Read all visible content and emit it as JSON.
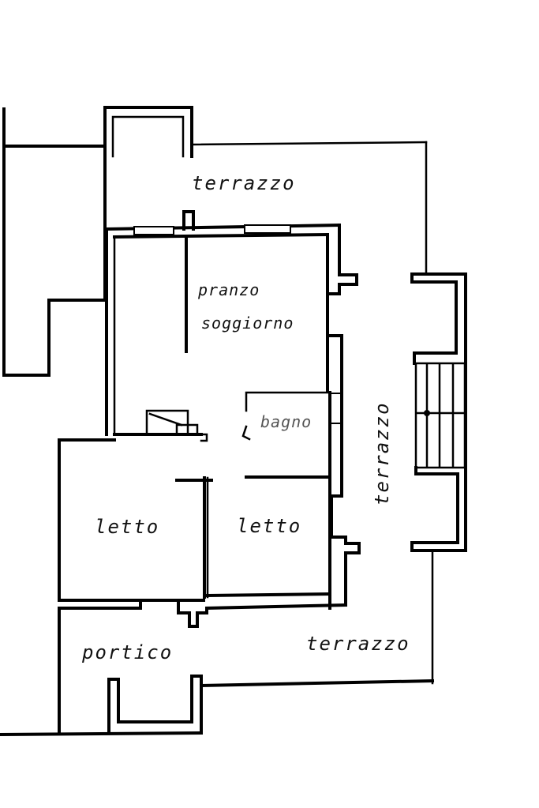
{
  "plan": {
    "type": "floor-plan",
    "style": "hand-drawn architectural sketch",
    "colors": {
      "ink": "#000000",
      "background": "#ffffff"
    }
  },
  "rooms": {
    "terrazzo_north": {
      "label": "terrazzo"
    },
    "pranzo_soggiorno": {
      "label_line1": "pranzo",
      "label_line2": "soggiorno"
    },
    "bagno": {
      "label": "bagno"
    },
    "letto_left": {
      "label": "letto"
    },
    "letto_right": {
      "label": "letto"
    },
    "terrazzo_east": {
      "label": "terrazzo"
    },
    "portico": {
      "label": "portico"
    },
    "terrazzo_south": {
      "label": "terrazzo"
    }
  },
  "features": {
    "staircase": {
      "steps_per_flight": 4,
      "flights": 2
    },
    "fireplace": {
      "location": "pranzo soggiorno, south wall"
    }
  }
}
